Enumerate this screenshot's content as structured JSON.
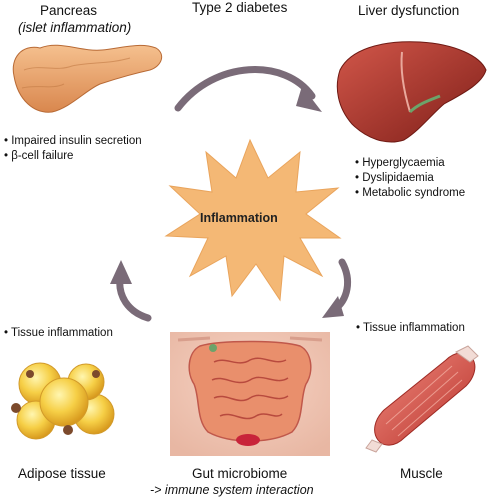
{
  "center": {
    "label": "Inflammation"
  },
  "top": {
    "title": "Type 2 diabetes"
  },
  "pancreas": {
    "title": "Pancreas",
    "subtitle": "(islet inflammation)",
    "bullets": [
      "Impaired insulin secretion",
      "β-cell failure"
    ]
  },
  "liver": {
    "title": "Liver dysfunction",
    "bullets": [
      "Hyperglycaemia",
      "Dyslipidaemia",
      "Metabolic syndrome"
    ]
  },
  "adipose": {
    "title": "Adipose tissue",
    "bullets": [
      "Tissue inflammation"
    ]
  },
  "muscle": {
    "title": "Muscle",
    "bullets": [
      "Tissue inflammation"
    ]
  },
  "gut": {
    "title": "Gut microbiome",
    "subtitle": "-> immune system interaction"
  },
  "colors": {
    "burst": "#F4B875",
    "arrow": "#7A6B78",
    "pancreas": "#E8A36B",
    "liver": "#A8342A",
    "muscle": "#D9544A",
    "adipose": "#F3C13A",
    "gut": "#D97A5A"
  }
}
